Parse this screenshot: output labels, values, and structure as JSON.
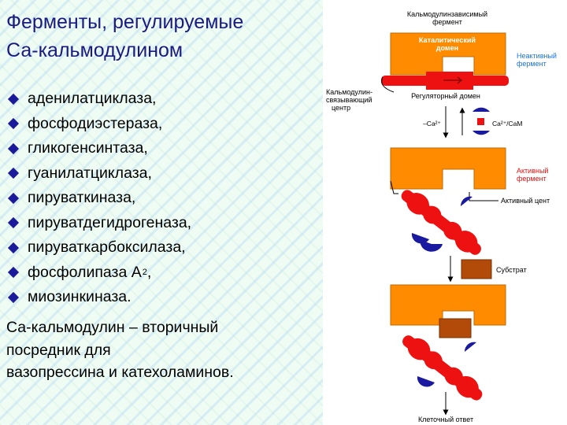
{
  "slide": {
    "title_lines": [
      "Ферменты, регулируемые",
      "Са-кальмодулином"
    ],
    "enzymes": [
      {
        "text": "аденилатциклаза,"
      },
      {
        "text": "фосфодиэстераза,"
      },
      {
        "text": "гликогенсинтаза,"
      },
      {
        "text": "гуанилатциклаза,"
      },
      {
        "text": "пируваткиназа,"
      },
      {
        "text": "пируватдегидрогеназа,"
      },
      {
        "text": "пируваткарбоксилаза,"
      },
      {
        "text": "фосфолипаза А",
        "sub": "2",
        "tail": ","
      },
      {
        "text": "миозинкиназа."
      }
    ],
    "footnote_lines": [
      "Са-кальмодулин – вторичный",
      "посредник для",
      "вазопрессина и катехоламинов."
    ]
  },
  "diagram": {
    "enzyme_title": [
      "Кальмодулинзависимый",
      "фермент"
    ],
    "catalytic_domain": [
      "Каталитический",
      "домен"
    ],
    "inactive_label": [
      "Неактивный",
      "фермент"
    ],
    "binding_center": [
      "Кальмодулин-",
      "связывающий",
      "центр"
    ],
    "regulatory_domain": "Регуляторный домен",
    "minus_ca": "–Ca²⁺",
    "ca_cam": "Ca²⁺/CaM",
    "active_label": [
      "Активный",
      "фермент"
    ],
    "active_center": "Активный цент",
    "substrate": "Субстрат",
    "cell_response": "Клеточный ответ",
    "colors": {
      "enzyme": "#ff8c00",
      "domain_text": "#ffffff",
      "calmodulin": "#ee1111",
      "ca_ion": "#1a1aa0",
      "substrate": "#b24a0a",
      "label_blue": "#1a73e8",
      "label_red": "#e81010"
    }
  }
}
